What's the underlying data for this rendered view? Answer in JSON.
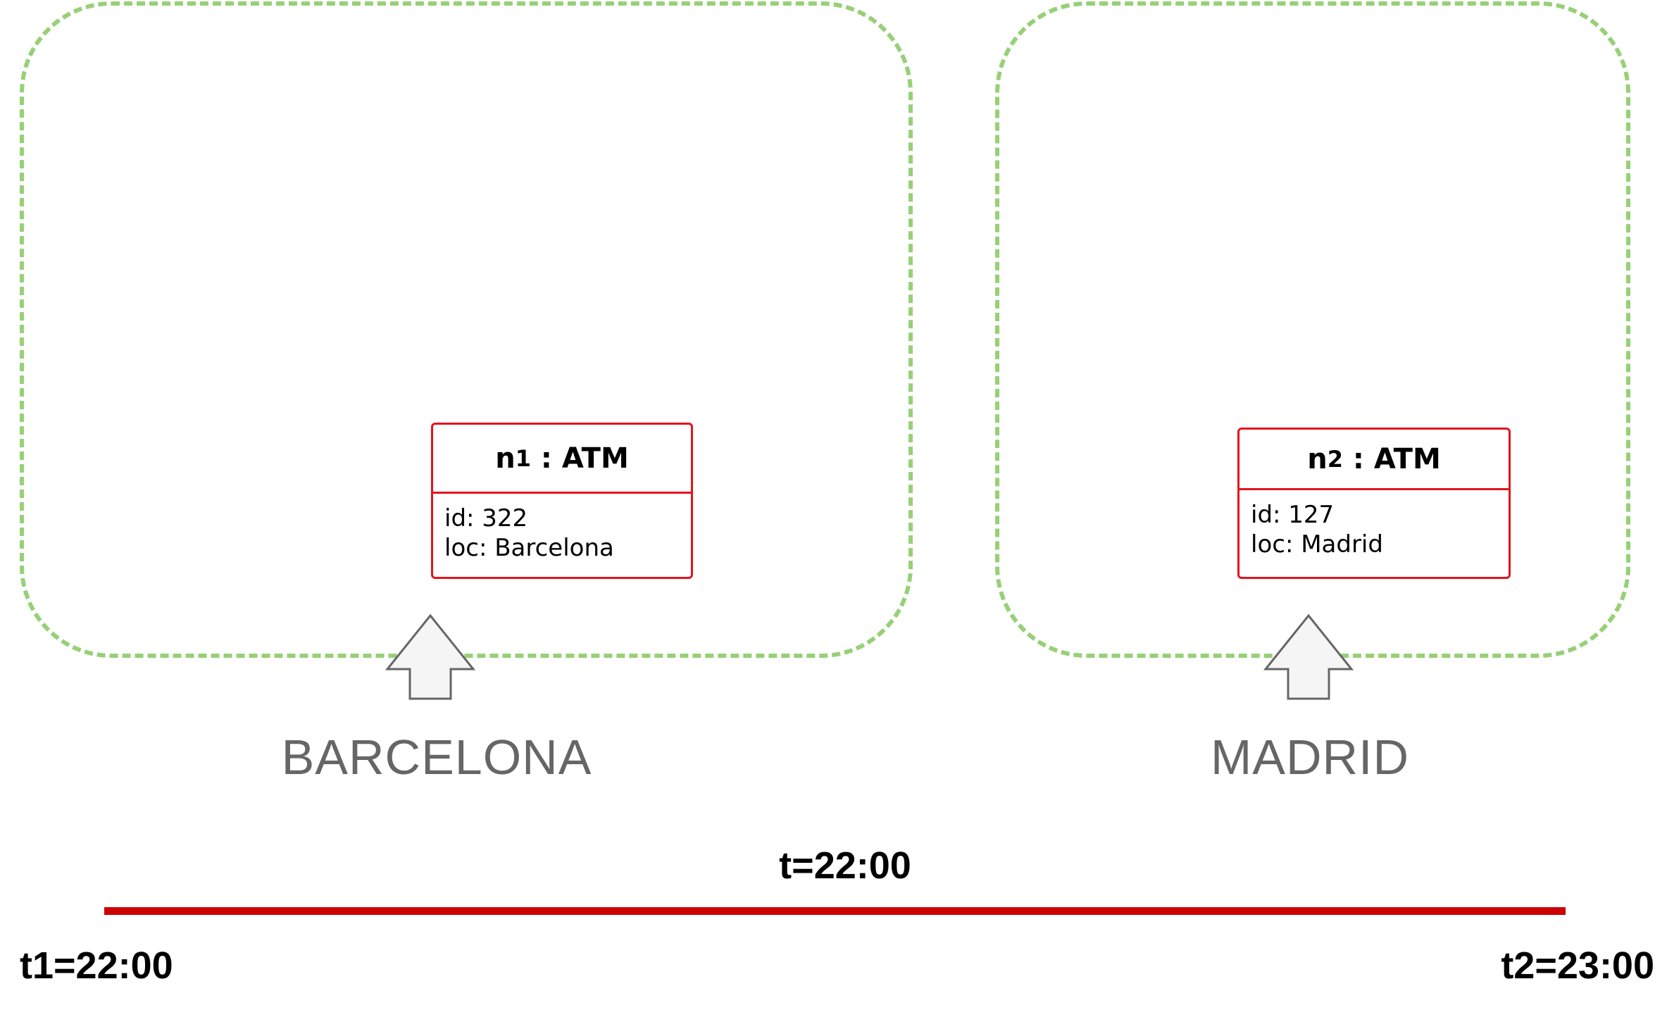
{
  "regions": [
    {
      "name": "BARCELONA"
    },
    {
      "name": "MADRID"
    }
  ],
  "nodes": [
    {
      "var": "n",
      "sub": "1",
      "type": ": ATM",
      "id_line": "id: 322",
      "loc_line": "loc: Barcelona"
    },
    {
      "var": "n",
      "sub": "2",
      "type": ": ATM",
      "id_line": "id: 127",
      "loc_line": "loc: Madrid"
    }
  ],
  "timeline": {
    "current": "t=22:00",
    "start": "t1=22:00",
    "end": "t2=23:00",
    "color": "#cc0000"
  },
  "colors": {
    "region_border": "#97d077",
    "node_border": "#e3141e",
    "arrow_fill": "#f5f5f5",
    "arrow_stroke": "#666666",
    "city_text": "#666666"
  }
}
